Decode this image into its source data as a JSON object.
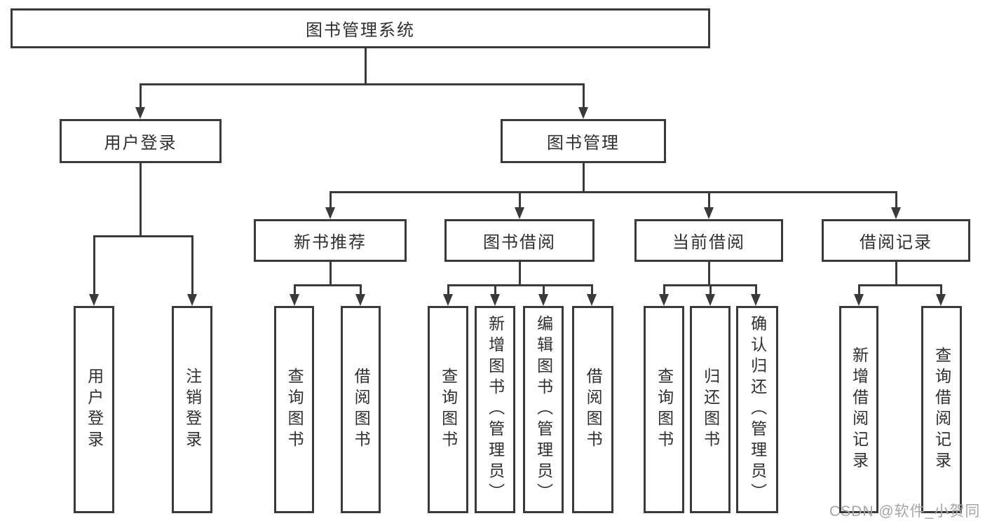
{
  "colors": {
    "line": "#3a3a3a",
    "text": "#2f2f2f",
    "bg": "#ffffff",
    "watermark": "#a5a5a5"
  },
  "tree": {
    "root": "图书管理系统",
    "user_login": {
      "label": "用户登录",
      "children": {
        "login": "用户登录",
        "logout": "注销登录"
      }
    },
    "book_management": {
      "label": "图书管理",
      "new_book": {
        "label": "新书推荐",
        "children": {
          "query": "查询图书",
          "borrow": "借阅图书"
        }
      },
      "borrow": {
        "label": "图书借阅",
        "children": {
          "query": "查询图书",
          "add": "新增图书（管理员）",
          "edit": "编辑图书（管理员）",
          "borrow": "借阅图书"
        }
      },
      "current": {
        "label": "当前借阅",
        "children": {
          "query": "查询图书",
          "return": "归还图书",
          "confirm": "确认归还（管理员）"
        }
      },
      "records": {
        "label": "借阅记录",
        "children": {
          "add": "新增借阅记录",
          "query": "查询借阅记录"
        }
      }
    }
  },
  "watermark": "CSDN @软件_小贺同学"
}
